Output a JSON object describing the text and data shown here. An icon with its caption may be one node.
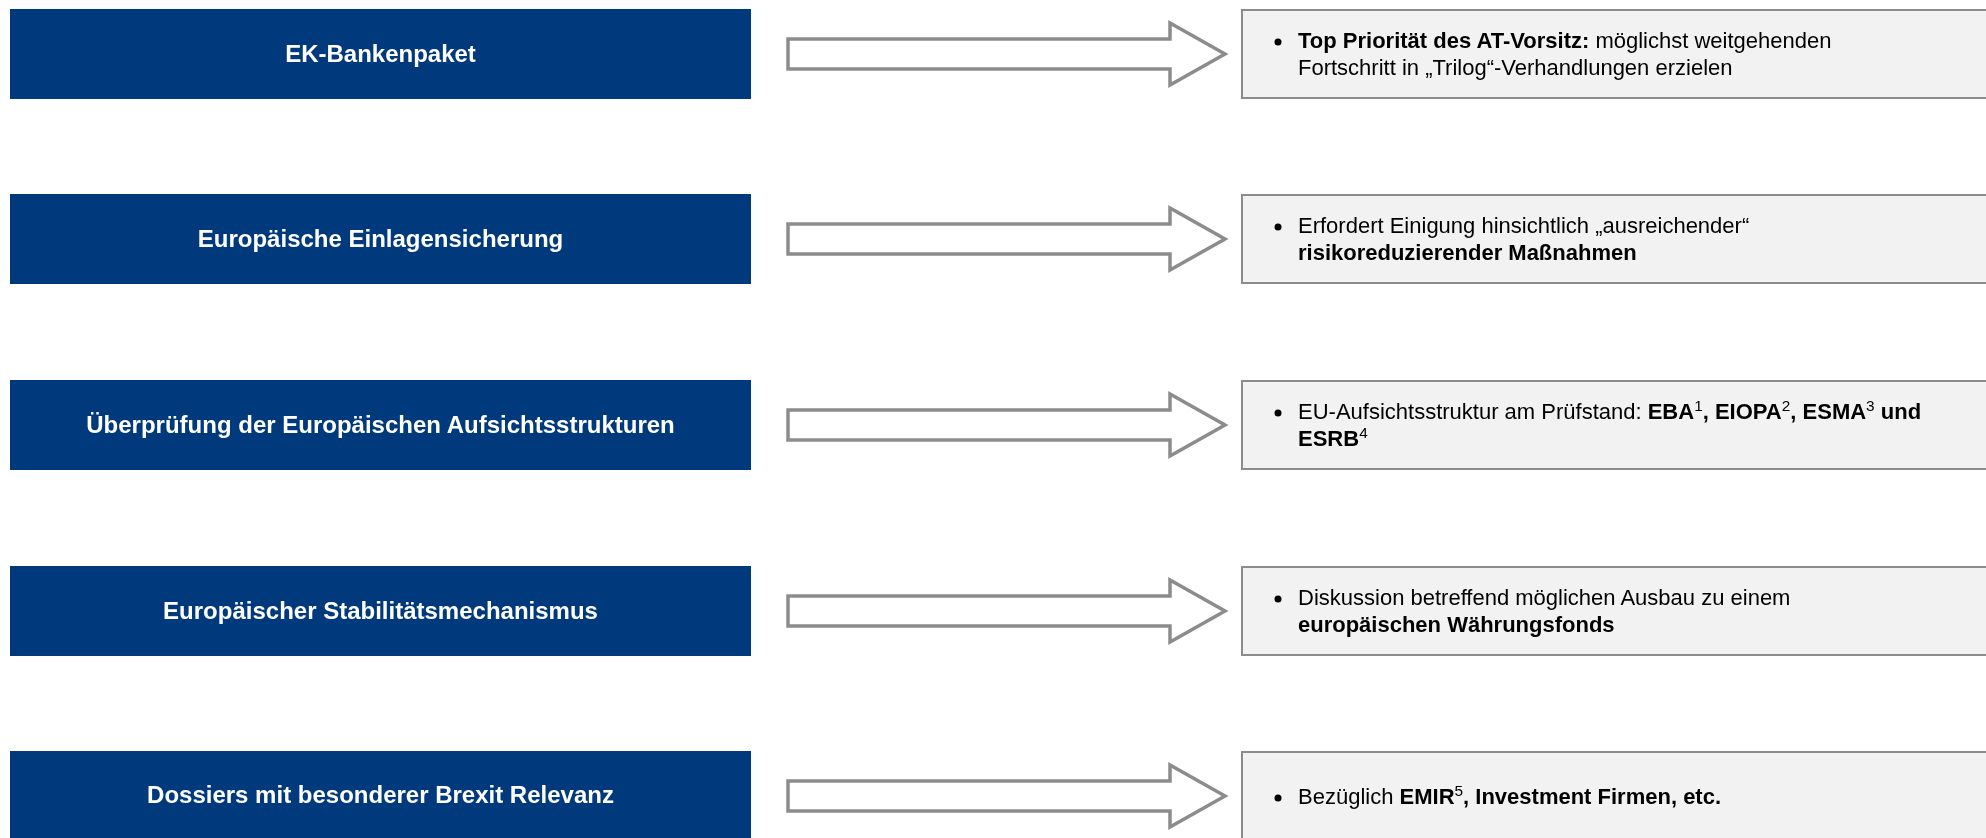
{
  "diagram": {
    "nodes": [
      {
        "text": [
          "EK-Bankenpaket"
        ]
      },
      {
        "text": [
          "**Top Priorität des AT-Vorsitz:** möglichst weitgehenden Fortschritt in „Trilog“-Verhandlungen erzielen"
        ]
      },
      {
        "text": [
          "Europäische Einlagensicherung"
        ]
      },
      {
        "text": [
          "Erfordert Einigung hinsichtlich „ausreichender“ **risikoreduzierender Maßnahmen**"
        ]
      },
      {
        "text": [
          "Überprüfung der Europäischen Aufsichtsstrukturen"
        ]
      },
      {
        "text": [
          "EU-Aufsichtsstruktur am Prüfstand: **EBA**$^{1}$**, EIOPA**$^{2}$**, ESMA**$^{3}$ **und ESRB**$^{4}$"
        ]
      },
      {
        "text": [
          "Europäischer Stabilitätsmechanismus"
        ]
      },
      {
        "text": [
          "Diskussion betreffend möglichen Ausbau zu einem **europäischen Währungsfonds**"
        ]
      },
      {
        "text": [
          "Dossiers mit besonderer Brexit Relevanz"
        ]
      },
      {
        "text": [
          "Bezüglich **EMIR**$^{5}$**, Investment Firmen, etc.**"
        ]
      }
    ],
    "edges": [
      {
        "from": 0,
        "to": 1,
        "arrow": "to"
      },
      {
        "from": 2,
        "to": 3,
        "arrow": "to"
      },
      {
        "from": 4,
        "to": 5,
        "arrow": "to"
      },
      {
        "from": 6,
        "to": 7,
        "arrow": "to"
      },
      {
        "from": 8,
        "to": 9,
        "arrow": "to"
      }
    ]
  }
}
